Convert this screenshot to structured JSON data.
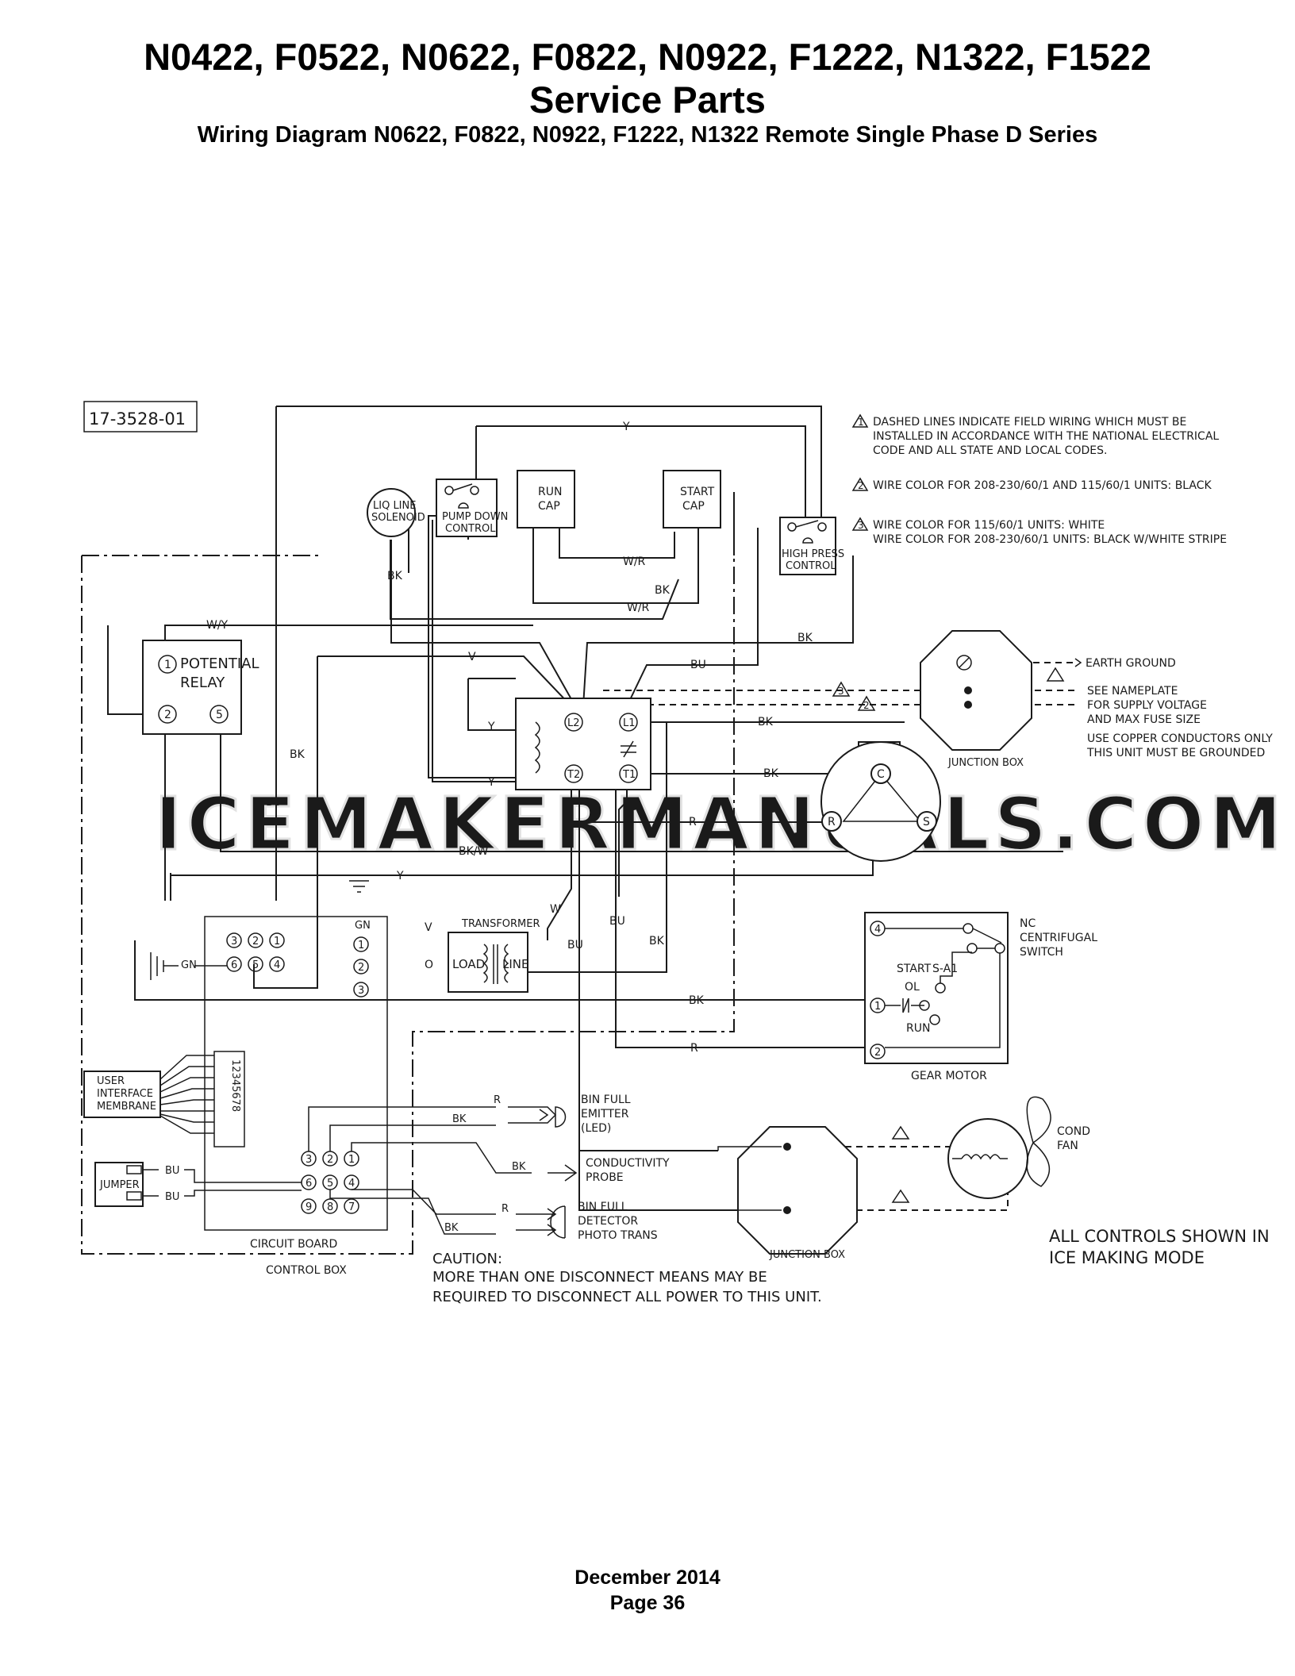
{
  "header": {
    "models": "N0422, F0522, N0622, F0822, N0922, F1222, N1322, F1522",
    "section": "Service Parts",
    "subtitle": "Wiring Diagram N0622, F0822, N0922, F1222, N1322 Remote Single Phase D Series"
  },
  "footer": {
    "date": "December 2014",
    "page": "Page 36"
  },
  "watermark": "ICEMAKERMANUALS.COM",
  "diagram": {
    "drawing_number": "17-3528-01",
    "notes": {
      "n1_line1": "DASHED LINES INDICATE FIELD WIRING WHICH MUST BE",
      "n1_line2": "INSTALLED IN ACCORDANCE WITH THE NATIONAL ELECTRICAL",
      "n1_line3": "CODE AND ALL STATE AND LOCAL CODES.",
      "n2_line1": "WIRE COLOR FOR 208-230/60/1 AND 115/60/1 UNITS: BLACK",
      "n3_line1": "WIRE COLOR FOR 115/60/1 UNITS: WHITE",
      "n3_line2": "WIRE COLOR FOR 208-230/60/1 UNITS: BLACK W/WHITE STRIPE",
      "n1_num": "1",
      "n2_num": "2",
      "n3_num": "3"
    },
    "components": {
      "liq_line_solenoid_1": "LIQ LINE",
      "liq_line_solenoid_2": "SOLENOID",
      "pump_down_1": "PUMP DOWN",
      "pump_down_2": "CONTROL",
      "run_cap_1": "RUN",
      "run_cap_2": "CAP",
      "start_cap_1": "START",
      "start_cap_2": "CAP",
      "high_press_1": "HIGH PRESS",
      "high_press_2": "CONTROL",
      "potential_relay_1": "POTENTIAL",
      "potential_relay_2": "RELAY",
      "junction_box": "JUNCTION BOX",
      "transformer": "TRANSFORMER",
      "load": "LOAD",
      "line": "LINE",
      "circuit_board": "CIRCUIT BOARD",
      "control_box": "CONTROL BOX",
      "gear_motor": "GEAR MOTOR",
      "nc_switch_1": "NC",
      "nc_switch_2": "CENTRIFUGAL",
      "nc_switch_3": "SWITCH",
      "start": "START",
      "sa1": "S-A1",
      "ol": "OL",
      "run": "RUN",
      "user_interface_1": "USER",
      "user_interface_2": "INTERFACE",
      "user_interface_3": "MEMBRANE",
      "jumper": "JUMPER",
      "bin_full_emitter_1": "BIN FULL",
      "bin_full_emitter_2": "EMITTER",
      "bin_full_emitter_3": "(LED)",
      "conductivity_1": "CONDUCTIVITY",
      "conductivity_2": "PROBE",
      "bin_full_detector_1": "BIN FULL",
      "bin_full_detector_2": "DETECTOR",
      "bin_full_detector_3": "PHOTO TRANS",
      "cond_fan_1": "COND",
      "cond_fan_2": "FAN",
      "earth_ground": "EARTH GROUND",
      "see_nameplate_1": "SEE NAMEPLATE",
      "see_nameplate_2": "FOR SUPPLY VOLTAGE",
      "see_nameplate_3": "AND MAX FUSE SIZE",
      "copper_1": "USE COPPER CONDUCTORS ONLY",
      "copper_2": "THIS UNIT MUST BE GROUNDED",
      "caution_1": "CAUTION:",
      "caution_2": "MORE THAN ONE DISCONNECT MEANS MAY BE",
      "caution_3": "REQUIRED TO DISCONNECT ALL POWER TO THIS UNIT.",
      "all_controls_1": "ALL CONTROLS SHOWN IN",
      "all_controls_2": "ICE MAKING MODE"
    },
    "terminals": {
      "L2": "L2",
      "L1": "L1",
      "T2": "T2",
      "T1": "T1",
      "C": "C",
      "R": "R",
      "S": "S",
      "one": "1",
      "two": "2",
      "three": "3",
      "four": "4",
      "five": "5",
      "six": "6",
      "seven": "7",
      "eight": "8",
      "nine": "9",
      "ui_pins": "12345678"
    },
    "wire_labels": {
      "Y": "Y",
      "BK": "BK",
      "W_R": "W/R",
      "W_Y": "W/Y",
      "V": "V",
      "BU": "BU",
      "R": "R",
      "W": "W",
      "GN": "GN",
      "O": "O",
      "BK_W": "BK/W"
    }
  }
}
